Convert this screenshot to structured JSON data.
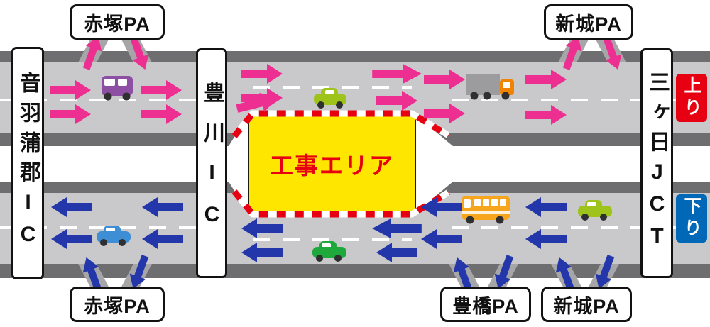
{
  "colors": {
    "road_dark": "#6e6e70",
    "road_light": "#c9c9cb",
    "ramp_gray": "#a6a6a8",
    "arrow_pink": "#ed2f92",
    "arrow_blue": "#2336aa",
    "zone_yellow": "#ffe600",
    "zone_red": "#e60012",
    "badge_red": "#e60012",
    "badge_blue": "#0068b7",
    "line_white": "#ffffff",
    "van_purple": "#8d4fa4",
    "car_lime": "#9ec41b",
    "truck_gray": "#9c9c9e",
    "truck_orange": "#f08300",
    "car_blue": "#3e8ed6",
    "car_green": "#1fa83c",
    "bus_orange": "#f8a51e",
    "wheel_dark": "#2f2f31",
    "box_border": "#121212"
  },
  "zone": {
    "label": "工事エリア"
  },
  "nodes": {
    "otowa_gamagori_ic": "音羽蒲郡IC",
    "toyokawa_ic": "豊川IC",
    "mikkabi_jct": "三ヶ日JCT"
  },
  "parking_areas": {
    "akatsuka_top": "赤塚PA",
    "shinshiro_top": "新城PA",
    "akatsuka_bottom": "赤塚PA",
    "toyohashi_bottom": "豊橋PA",
    "shinshiro_bottom": "新城PA"
  },
  "badges": {
    "up": "上り",
    "down": "下り"
  }
}
